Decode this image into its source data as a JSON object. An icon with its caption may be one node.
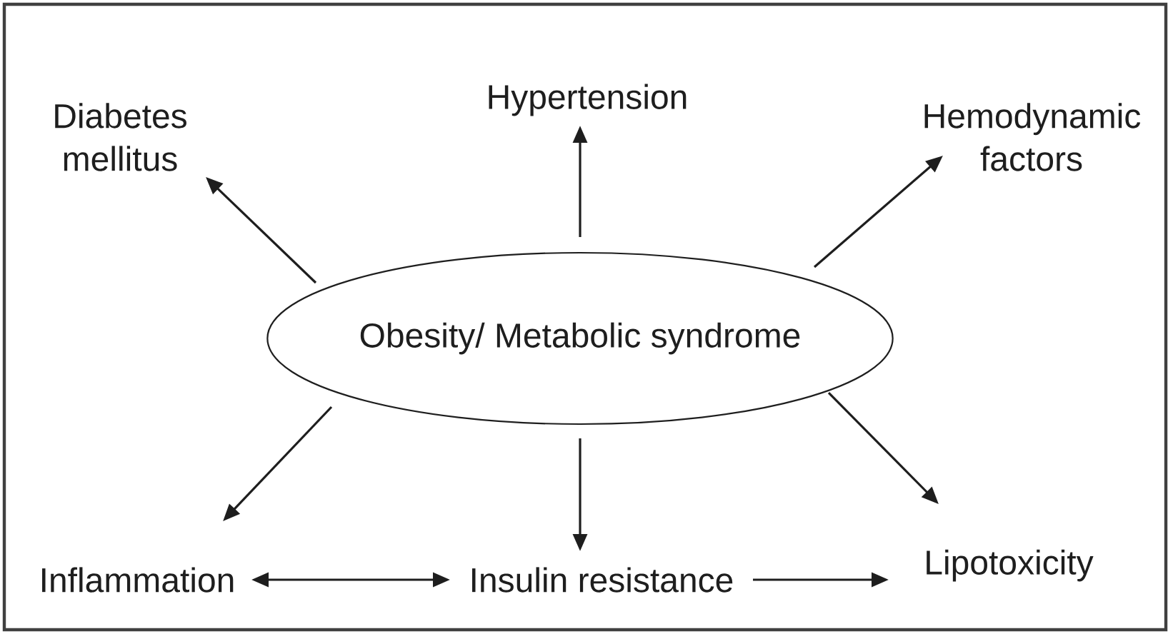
{
  "diagram": {
    "nodes": [
      {
        "text": [
          "Diabetes mellitus"
        ]
      },
      {
        "text": [
          "Hypertension"
        ]
      },
      {
        "text": [
          "Hemodynamic factors"
        ]
      },
      {
        "text": [
          "Obesity/ Metabolic syndrome"
        ]
      },
      {
        "text": [
          "Inflammation"
        ]
      },
      {
        "text": [
          "Insulin resistance"
        ]
      },
      {
        "text": [
          "Lipotoxicity"
        ]
      }
    ],
    "edges": [
      {
        "from": 3,
        "to": 0,
        "arrow": "to"
      },
      {
        "from": 3,
        "to": 1,
        "arrow": "to"
      },
      {
        "from": 3,
        "to": 2,
        "arrow": "to"
      },
      {
        "from": 3,
        "to": 4,
        "arrow": "to"
      },
      {
        "from": 3,
        "to": 5,
        "arrow": "to"
      },
      {
        "from": 3,
        "to": 6,
        "arrow": "to"
      },
      {
        "from": 4,
        "to": 5,
        "arrow": "both"
      },
      {
        "from": 5,
        "to": 6,
        "arrow": "to"
      }
    ]
  }
}
